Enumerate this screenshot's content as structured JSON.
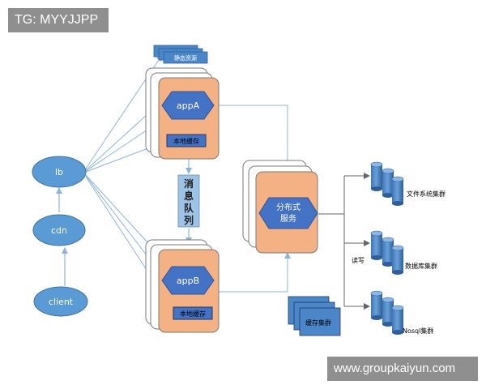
{
  "watermarks": {
    "top_left": "TG: MYYJJPP",
    "bottom_right": "www.groupkaiyun.com"
  },
  "diagram": {
    "client": "client",
    "cdn": "cdn",
    "lb": "lb",
    "static_resources": "静态资源",
    "appA": "appA",
    "appB": "appB",
    "local_cache_a": "本地缓存",
    "local_cache_b": "本地缓存",
    "message_queue": [
      "消",
      "息",
      "队",
      "列"
    ],
    "distributed_service": [
      "分布式",
      "服务"
    ],
    "cache_cluster": "缓存集群",
    "file_system_cluster": "文件系统集群",
    "database_cluster": "数据库集群",
    "nosql_cluster": "Nosql集群",
    "read_write": "读写"
  },
  "colors": {
    "ellipse_fill": "#5b9bd5",
    "orange_fill": "#f4b183",
    "hexagon_fill": "#4472c4",
    "queue_fill": "#9dc3e6",
    "arrow": "#8db4dc",
    "line": "#666666"
  }
}
